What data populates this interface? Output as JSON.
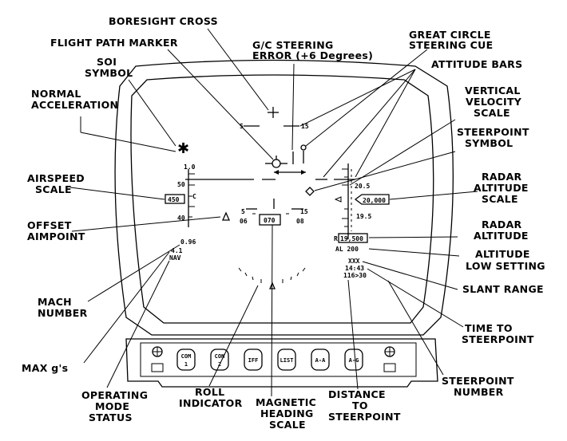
{
  "callouts": {
    "boresight_cross": "BORESIGHT CROSS",
    "flight_path_marker": "FLIGHT PATH MARKER",
    "gc_steering_error_1": "G/C STEERING",
    "gc_steering_error_2": "ERROR (+6 Degrees)",
    "great_circle_1": "GREAT CIRCLE",
    "great_circle_2": "STEERING CUE",
    "attitude_bars": "ATTITUDE BARS",
    "soi_1": "SOI",
    "soi_2": "SYMBOL",
    "normal_accel_1": "NORMAL",
    "normal_accel_2": "ACCELERATION",
    "vvs_1": "VERTICAL",
    "vvs_2": "VELOCITY",
    "vvs_3": "SCALE",
    "steerpoint_symbol_1": "STEERPOINT",
    "steerpoint_symbol_2": "SYMBOL",
    "airspeed_1": "AIRSPEED",
    "airspeed_2": "SCALE",
    "radar_alt_scale_1": "RADAR",
    "radar_alt_scale_2": "ALTITUDE",
    "radar_alt_scale_3": "SCALE",
    "offset_1": "OFFSET",
    "offset_2": "AIMPOINT",
    "radar_alt_1": "RADAR",
    "radar_alt_2": "ALTITUDE",
    "alt_low_1": "ALTITUDE",
    "alt_low_2": "LOW SETTING",
    "slant_range": "SLANT RANGE",
    "mach_1": "MACH",
    "mach_2": "NUMBER",
    "time_to_1": "TIME TO",
    "time_to_2": "STEERPOINT",
    "max_g": "MAX g's",
    "op_mode_1": "OPERATING",
    "op_mode_2": "MODE",
    "op_mode_3": "STATUS",
    "roll_1": "ROLL",
    "roll_2": "INDICATOR",
    "mag_1": "MAGNETIC",
    "mag_2": "HEADING",
    "mag_3": "SCALE",
    "dist_1": "DISTANCE",
    "dist_2": "TO",
    "dist_3": "STEERPOINT",
    "sp_num_1": "STEERPOINT",
    "sp_num_2": "NUMBER"
  },
  "hud": {
    "pitch_top_left": "5",
    "pitch_top_right": "15",
    "pitch_mid_left": "5",
    "pitch_mid_right": "15",
    "airspeed_top": "1.0",
    "airspeed_50": "50",
    "airspeed_c": "C",
    "airspeed_box": "450",
    "airspeed_40": "40",
    "heading_left": "06",
    "heading_box": "070",
    "heading_right": "08",
    "vvs_top": "20.5",
    "vvs_box": "20,000",
    "vvs_bottom": "19.5",
    "radar_alt_prefix": "R",
    "radar_alt_value": "19,500",
    "alt_low": "AL  200",
    "mach_value": "0.96",
    "max_g_value": "4.1",
    "mode_status": "NAV",
    "slant_range_value": "XXX",
    "time_value": "14:43",
    "dist_value": "116>30"
  },
  "buttons": {
    "com1_a": "COM",
    "com1_b": "1",
    "com2_a": "COM",
    "com2_b": "2",
    "iff": "IFF",
    "list": "LIST",
    "aa": "A-A",
    "ag": "A-G"
  },
  "icons": [
    "soi-asterisk-icon",
    "boresight-cross-icon",
    "flight-path-marker-icon",
    "steering-cue-icon",
    "steerpoint-diamond-icon",
    "offset-aimpoint-icon",
    "knob-icon"
  ]
}
